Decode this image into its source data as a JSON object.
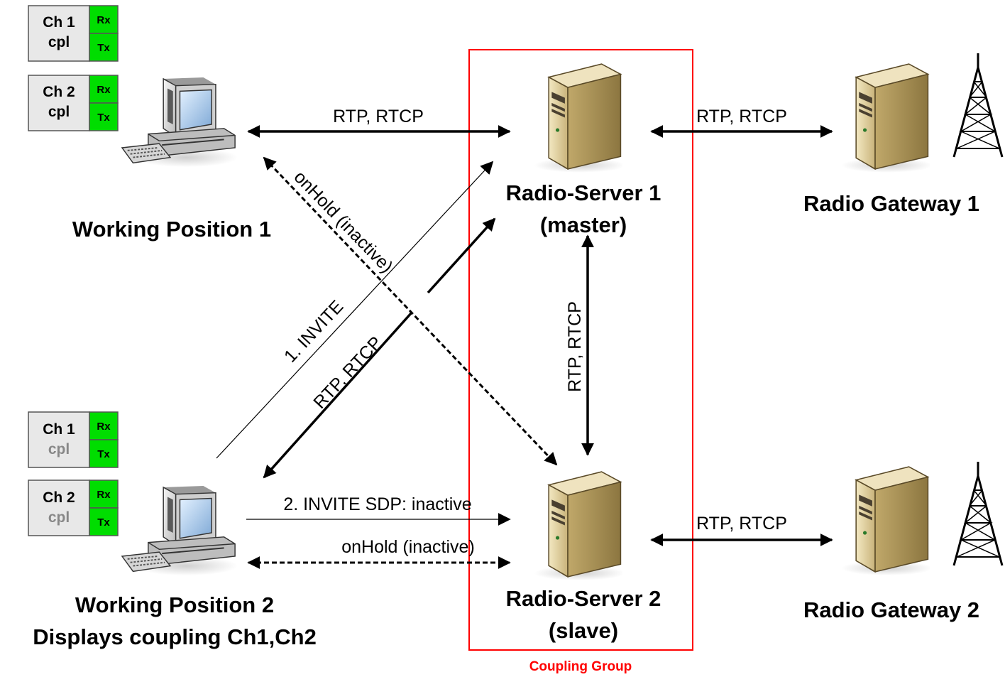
{
  "nodes": {
    "wp1": {
      "title": "Working Position 1"
    },
    "wp2": {
      "title": "Working Position 2",
      "subtitle": "Displays coupling Ch1,Ch2"
    },
    "rs1": {
      "title": "Radio-Server 1",
      "role": "(master)"
    },
    "rs2": {
      "title": "Radio-Server 2",
      "role": "(slave)"
    },
    "gw1": {
      "title": "Radio Gateway 1"
    },
    "gw2": {
      "title": "Radio Gateway 2"
    }
  },
  "coupling_group": {
    "label": "Coupling Group"
  },
  "channel_panels": {
    "wp1": [
      {
        "channel": "Ch 1",
        "status": "cpl",
        "rx": "Rx",
        "tx": "Tx"
      },
      {
        "channel": "Ch 2",
        "status": "cpl",
        "rx": "Rx",
        "tx": "Tx"
      }
    ],
    "wp2": [
      {
        "channel": "Ch 1",
        "status": "cpl",
        "rx": "Rx",
        "tx": "Tx"
      },
      {
        "channel": "Ch 2",
        "status": "cpl",
        "rx": "Rx",
        "tx": "Tx"
      }
    ]
  },
  "edges": {
    "wp1_rs1": "RTP, RTCP",
    "rs1_gw1": "RTP, RTCP",
    "rs2_gw2": "RTP, RTCP",
    "rs1_rs2": "RTP, RTCP",
    "wp2_rs1_rtp": "RTP, RTCP",
    "invite1": "1.  INVITE",
    "invite2": "2.  INVITE SDP: inactive",
    "onhold_wp1_rs2": "onHold (inactive)",
    "onhold_wp2_rs2": "onHold (inactive)"
  },
  "colors": {
    "coupling_border": "#ff0000",
    "coupling_label": "#ff0000",
    "rx_tx_fill": "#00dd00",
    "channel_fill": "#e8e8e8",
    "cpl_inactive": "#888888"
  }
}
